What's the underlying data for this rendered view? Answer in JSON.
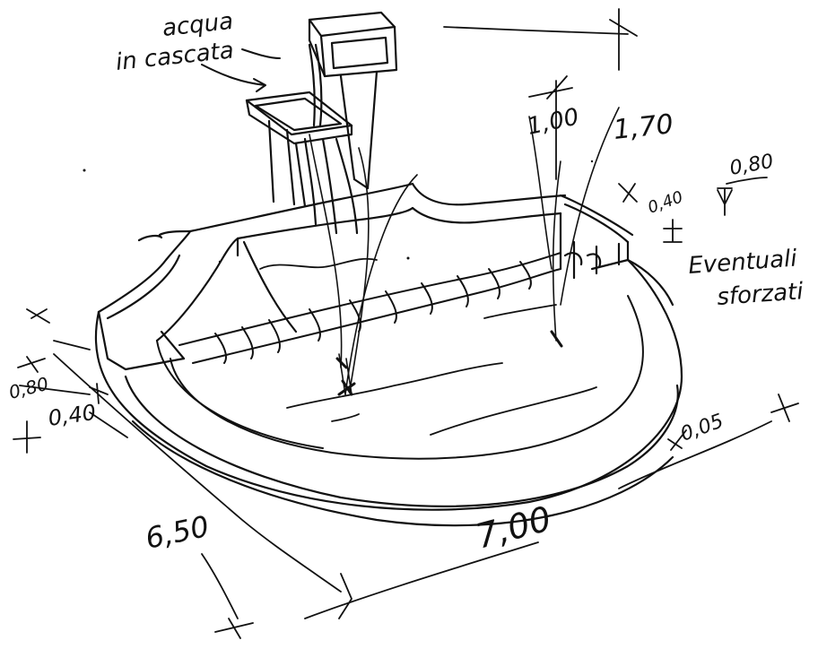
{
  "labels": {
    "acqua": "acqua",
    "in_cascata": "in cascata",
    "h_1_00": "1,00",
    "h_1_70": "1,70",
    "h_0_80_right": "0,80",
    "h_0_40_right": "0,40",
    "eventuali": "Eventuali",
    "sfiorazioni": "sforzati",
    "h_0_80_left": "0,80",
    "h_0_40_left": "0,40",
    "dim_6_50": "6,50",
    "dim_7_00": "7,00",
    "dim_0_05": "0,05"
  },
  "colors": {
    "ink": "#111111",
    "paper": "#ffffff"
  }
}
